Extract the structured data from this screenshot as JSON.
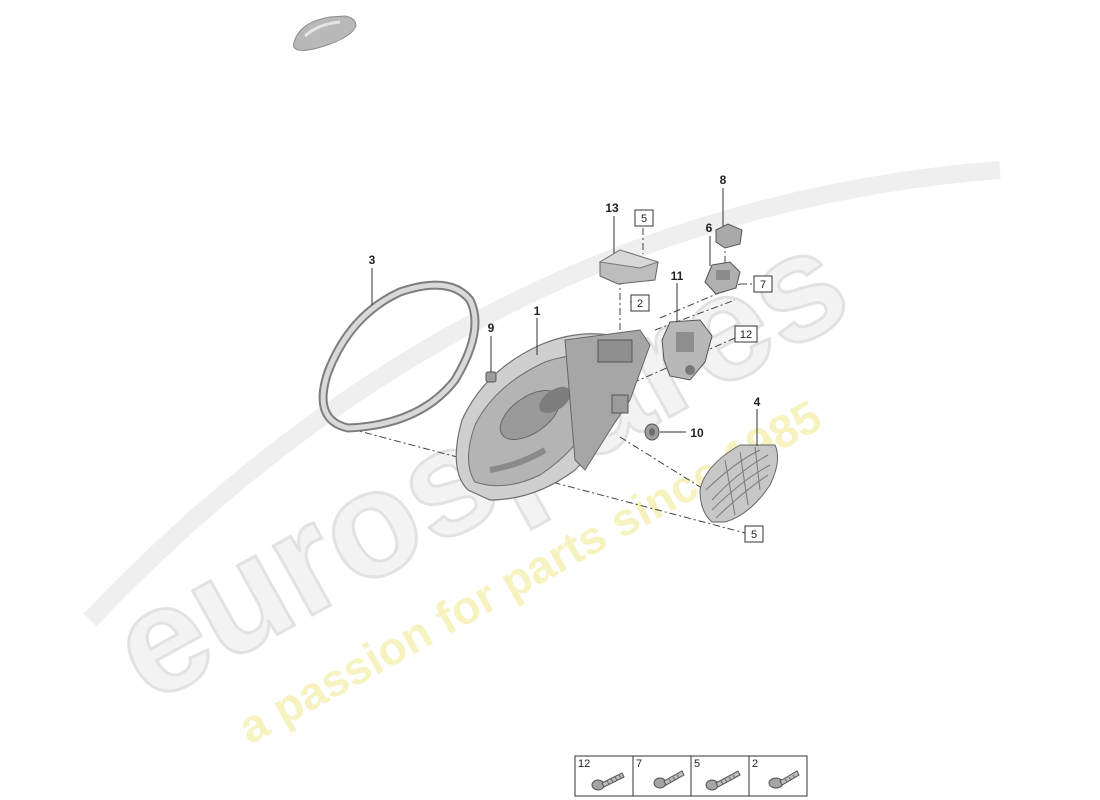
{
  "watermark": {
    "brand": "eurospares",
    "tagline": "a passion for parts since 1985"
  },
  "callouts": [
    "1",
    "2",
    "3",
    "4",
    "5",
    "6",
    "7",
    "8",
    "9",
    "10",
    "11",
    "12",
    "13"
  ],
  "reference_boxes": {
    "box_5_top": "5",
    "box_2": "2",
    "box_7": "7",
    "box_12": "12",
    "box_5_bottom": "5"
  },
  "fastener_legend": [
    {
      "number": "12"
    },
    {
      "number": "7"
    },
    {
      "number": "5"
    },
    {
      "number": "2"
    }
  ],
  "colors": {
    "part_fill": "#d6d6d6",
    "part_dark": "#8a8a8a",
    "line": "#333333",
    "watermark_grey": "#ececec",
    "watermark_yellow": "#f6f3c0"
  }
}
